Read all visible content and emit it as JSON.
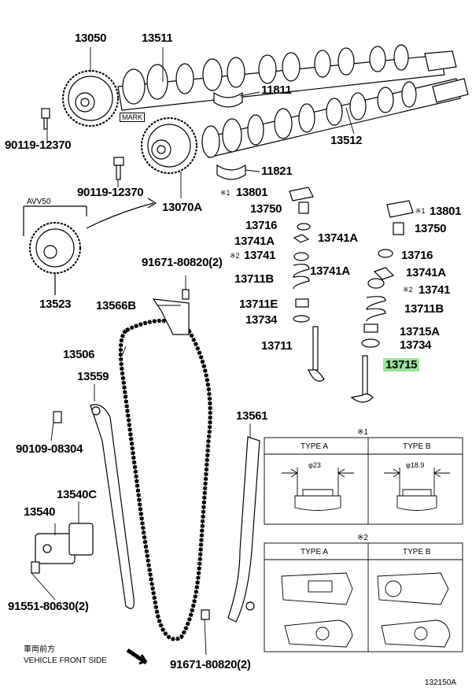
{
  "parts": {
    "p13050": "13050",
    "p13511": "13511",
    "p11811": "11811",
    "p90119a": "90119-12370",
    "p13512": "13512",
    "p90119b": "90119-12370",
    "p13070A": "13070A",
    "p11821": "11821",
    "p13801L": "13801",
    "p13801L_mark": "※1",
    "p13750L": "13750",
    "p13716L": "13716",
    "p13741AL1": "13741A",
    "p13741AL2": "13741A",
    "p13741L": "13741",
    "p13741L_mark": "※2",
    "p13711BL": "13711B",
    "p13711E": "13711E",
    "p13734L": "13734",
    "p13711": "13711",
    "p13801R": "13801",
    "p13801R_mark": "※1",
    "p13750R": "13750",
    "p13716R": "13716",
    "p13741AR1": "13741A",
    "p13741AR2": "13741A",
    "p13741R": "13741",
    "p13741R_mark": "※2",
    "p13711BR": "13711B",
    "p13715A": "13715A",
    "p13734R": "13734",
    "p13715": "13715",
    "p13523": "13523",
    "p91671a": "91671-80820(2)",
    "p13566B": "13566B",
    "p13506": "13506",
    "p13559": "13559",
    "p90109": "90109-08304",
    "p13540C": "13540C",
    "p13540": "13540",
    "p91551": "91551-80630(2)",
    "p13561": "13561",
    "p91671b": "91671-80820(2)"
  },
  "labels": {
    "avv": "AVV50",
    "mark": "MARK",
    "vehicle_jp": "車両前方",
    "vehicle_en": "VEHICLE FRONT SIDE",
    "footer_code": "132150A"
  },
  "table1": {
    "note": "※1",
    "type_a": "TYPE A",
    "type_b": "TYPE B",
    "dim_a": "φ23",
    "dim_b": "φ18.9"
  },
  "table2": {
    "note": "※2",
    "type_a": "TYPE A",
    "type_b": "TYPE B"
  },
  "colors": {
    "highlight": "#9be49b",
    "line": "#000000"
  },
  "selected_part": "13715"
}
